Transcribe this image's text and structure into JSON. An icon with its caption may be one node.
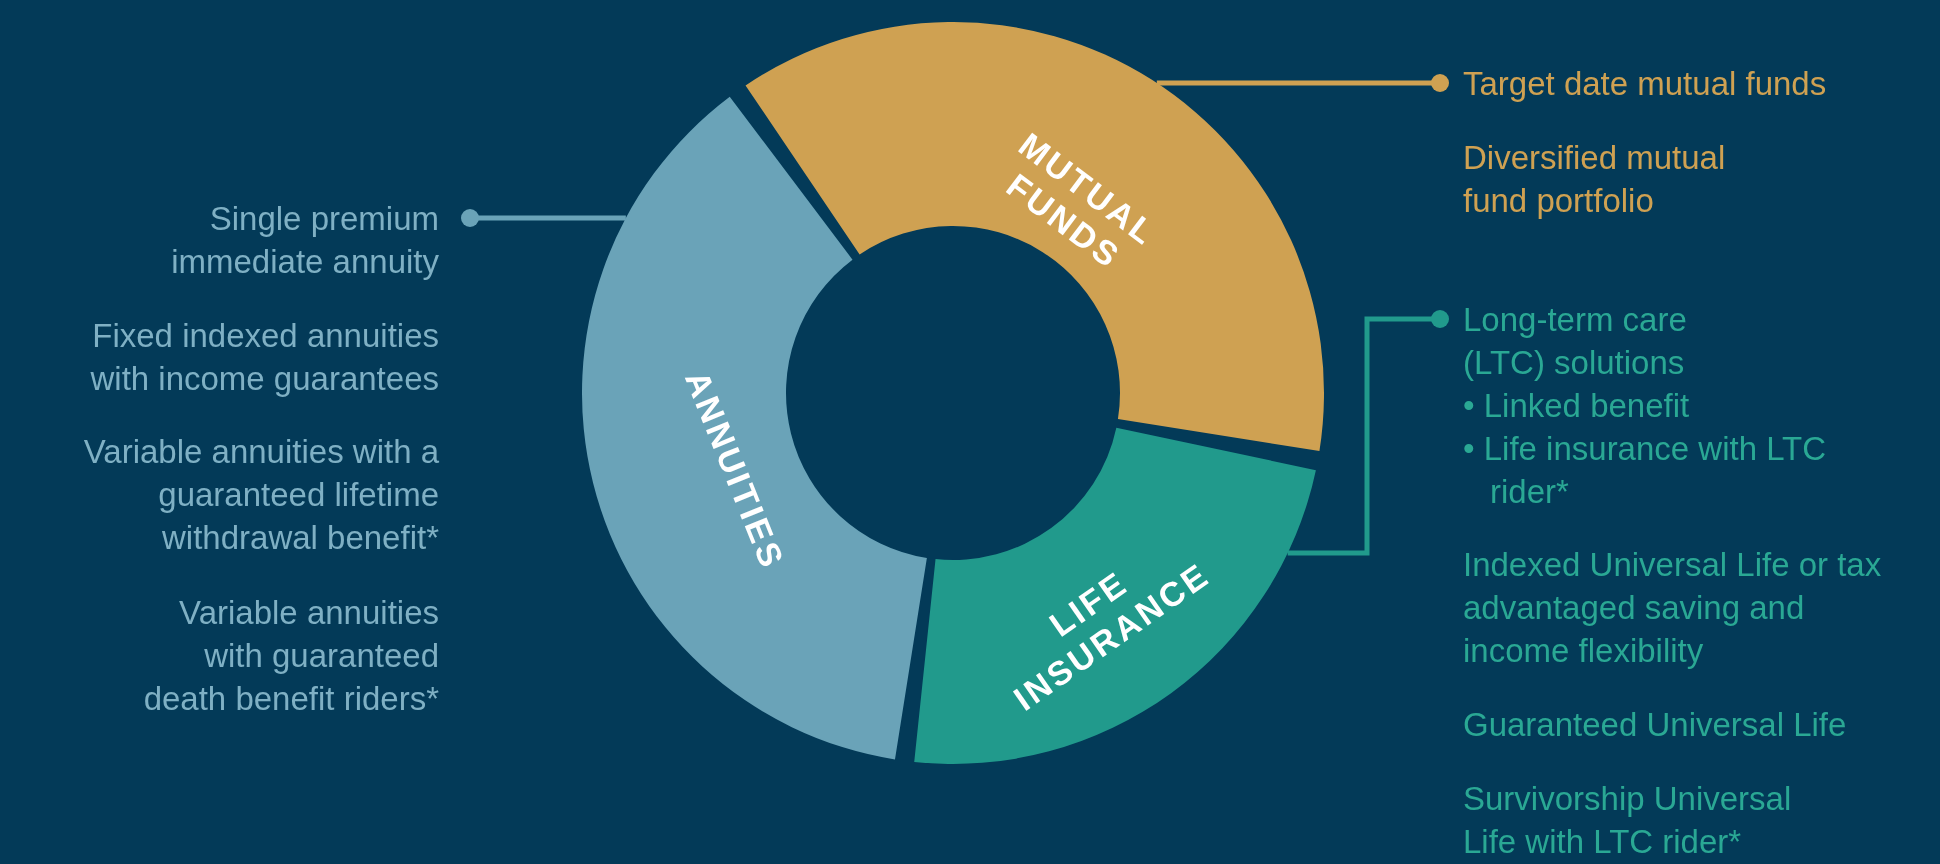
{
  "diagram": {
    "nodes": [
      {
        "text": [
          "MUTUAL FUNDS"
        ]
      },
      {
        "text": [
          "ANNUITIES"
        ]
      },
      {
        "text": [
          "LIFE INSURANCE"
        ]
      },
      {
        "text": [
          "Target date mutual funds"
        ]
      },
      {
        "text": [
          "Single premium immediate annuity"
        ]
      },
      {
        "text": [
          "Long-term care (LTC) solutions",
          "• Linked benefit",
          "• Life insurance with LTC rider*"
        ]
      }
    ],
    "edges": [
      {
        "from": 3,
        "to": 0,
        "arrow": "other",
        "color": "#cfa152"
      },
      {
        "from": 4,
        "to": 1,
        "arrow": "other",
        "color": "#6aa3b8"
      },
      {
        "from": 5,
        "to": 2,
        "arrow": "other",
        "color": "#219a8c"
      }
    ],
    "labels": [
      "Diversified mutual fund portfolio",
      "Fixed indexed annuities with income guarantees",
      "Variable annuities with a guaranteed lifetime withdrawal benefit*",
      "Variable annuities with guaranteed death benefit riders*",
      "Indexed Universal Life or tax advantaged saving and income flexibility",
      "Guaranteed Universal Life",
      "Survivorship Universal Life with LTC rider*"
    ]
  }
}
